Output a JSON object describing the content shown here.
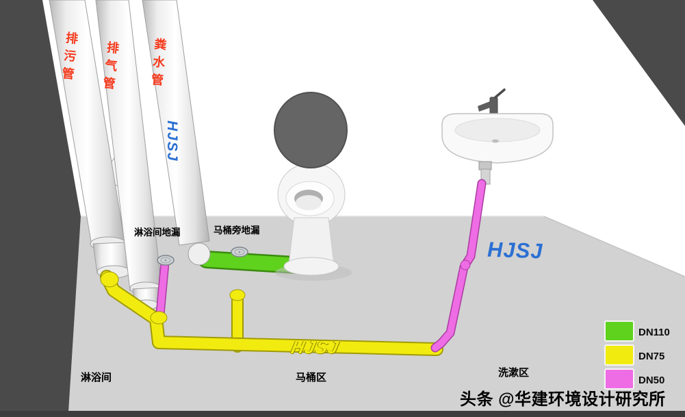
{
  "colors": {
    "dn110_green": "#5fd21d",
    "dn75_yellow": "#f2eb10",
    "dn50_magenta": "#ee6ce4",
    "brand_blue": "#2b6fd3",
    "pipe_label_red": "#f5391c"
  },
  "riser_labels": [
    {
      "text": "排污管"
    },
    {
      "text": "排气管"
    },
    {
      "text": "粪水管"
    }
  ],
  "drain_labels": {
    "shower": "淋浴间地漏",
    "beside_toilet": "马桶旁地漏"
  },
  "zone_labels": {
    "shower": "淋浴间",
    "toilet": "马桶区",
    "washing": "洗漱区"
  },
  "watermarks": {
    "wall": "HJSJ",
    "floor": "HJSJ",
    "riser": "HJSJ"
  },
  "legend": {
    "items": [
      {
        "label": "DN110",
        "color": "#5fd21d"
      },
      {
        "label": "DN75",
        "color": "#f2eb10"
      },
      {
        "label": "DN50",
        "color": "#ee6ce4"
      }
    ]
  },
  "footer": {
    "credit": "头条 @华建环境设计研究所"
  }
}
